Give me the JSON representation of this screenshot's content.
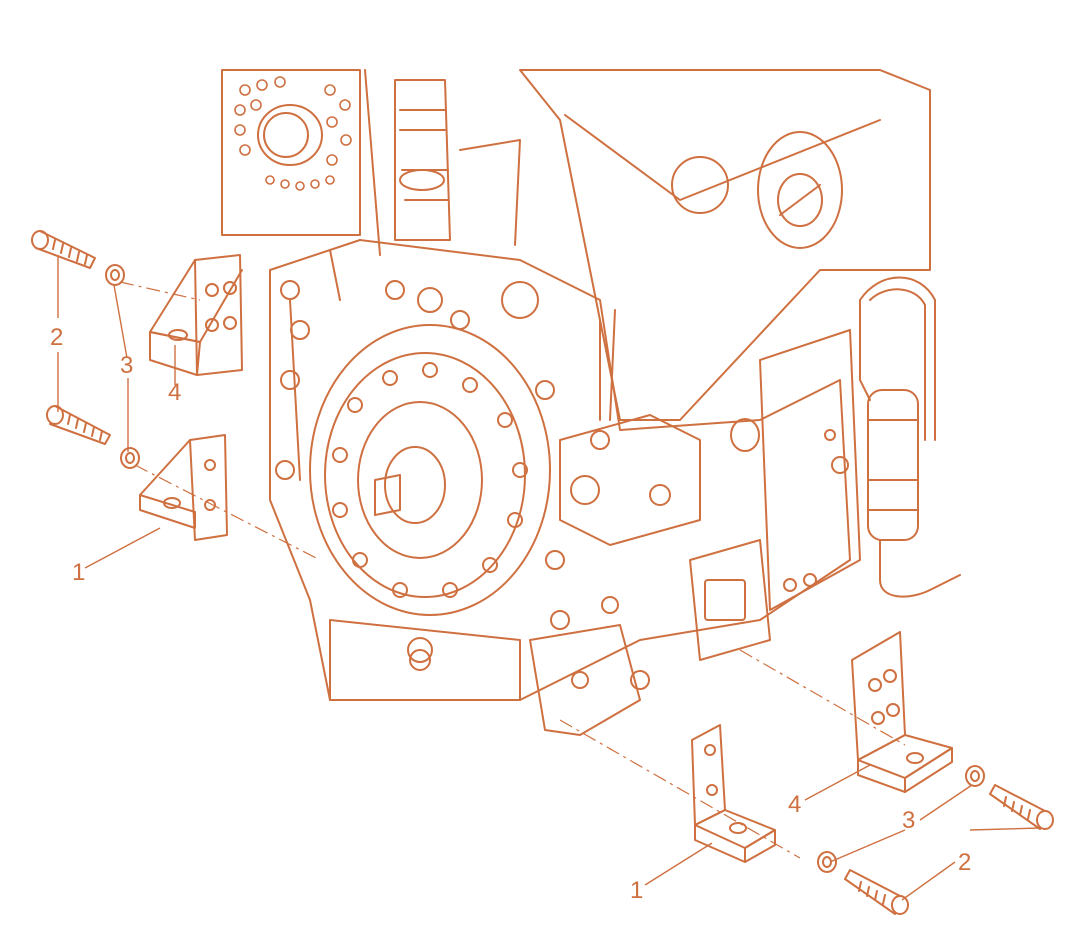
{
  "diagram": {
    "line_color": "#cf7040",
    "background_color": "#ffffff",
    "callouts": [
      {
        "id": "left-1",
        "label": "1"
      },
      {
        "id": "left-2",
        "label": "2"
      },
      {
        "id": "left-3",
        "label": "3"
      },
      {
        "id": "left-4",
        "label": "4"
      },
      {
        "id": "right-1",
        "label": "1"
      },
      {
        "id": "right-2",
        "label": "2"
      },
      {
        "id": "right-3",
        "label": "3"
      },
      {
        "id": "right-4",
        "label": "4"
      }
    ],
    "parts": [
      {
        "ref": "1",
        "name": "bracket-lower"
      },
      {
        "ref": "2",
        "name": "cap-screw"
      },
      {
        "ref": "3",
        "name": "washer"
      },
      {
        "ref": "4",
        "name": "bracket-upper"
      }
    ]
  }
}
